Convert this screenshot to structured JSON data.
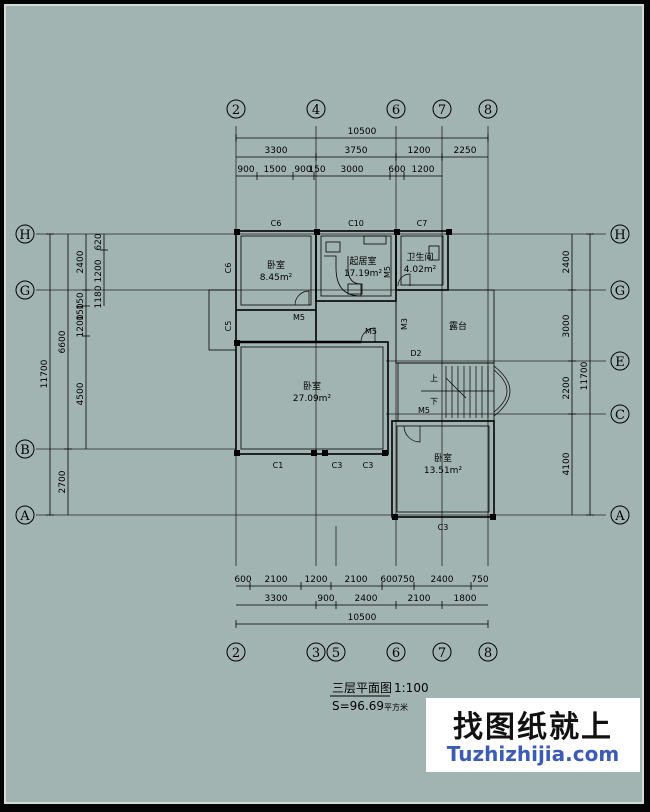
{
  "plan": {
    "top_axes": [
      "2",
      "4",
      "6",
      "7",
      "8"
    ],
    "bottom_axes": [
      "2",
      "3",
      "5",
      "6",
      "7",
      "8"
    ],
    "left_axes": [
      "H",
      "G",
      "B",
      "A"
    ],
    "right_axes": [
      "H",
      "G",
      "E",
      "C",
      "A"
    ],
    "top_dims": {
      "overall": "10500",
      "row2": [
        "3300",
        "3750",
        "1200",
        "2250"
      ],
      "row3": [
        "900",
        "1500",
        "900",
        "150",
        "3000",
        "600",
        "1200"
      ]
    },
    "bottom_dims": {
      "row1": [
        "600",
        "2100",
        "1200",
        "2100",
        "600",
        "750",
        "2400",
        "750"
      ],
      "row2": [
        "3300",
        "900",
        "2400",
        "2100",
        "1800"
      ],
      "overall": "10500"
    },
    "left_dims": {
      "outer": "11700",
      "mid": [
        "6600",
        "2700"
      ],
      "inner": [
        "2400",
        "1200",
        "150",
        "1180",
        "150",
        "1200",
        "4500"
      ],
      "small": "620"
    },
    "right_dims": {
      "outer": "11700",
      "inner": [
        "2400",
        "3000",
        "2200",
        "4100"
      ]
    },
    "rooms": [
      {
        "name": "卧室",
        "area": "8.45m²"
      },
      {
        "name": "起居室",
        "area": "17.19m²"
      },
      {
        "name": "卫生间",
        "area": "4.02m²"
      },
      {
        "name": "露台",
        "area": ""
      },
      {
        "name": "卧室",
        "area": "27.09m²"
      },
      {
        "name": "卧室",
        "area": "13.51m²"
      }
    ],
    "labels": {
      "c6_top": "C6",
      "c10": "C10",
      "c7": "C7",
      "c6_left": "C6",
      "c5": "C5",
      "m5_a": "M5",
      "m5_b": "M5",
      "m5_c": "M5",
      "m5_d": "M5",
      "m3": "M3",
      "d2": "D2",
      "c1": "C1",
      "c3_a": "C3",
      "c3_b": "C3",
      "c3_c": "C3",
      "up": "上",
      "down": "下"
    },
    "title": "三层平面图",
    "scale": "1:100",
    "area": "S=96.69",
    "area_unit": "平方米"
  },
  "watermark": {
    "cn": "找图纸就上",
    "en": "Tuzhizhijia.com"
  }
}
